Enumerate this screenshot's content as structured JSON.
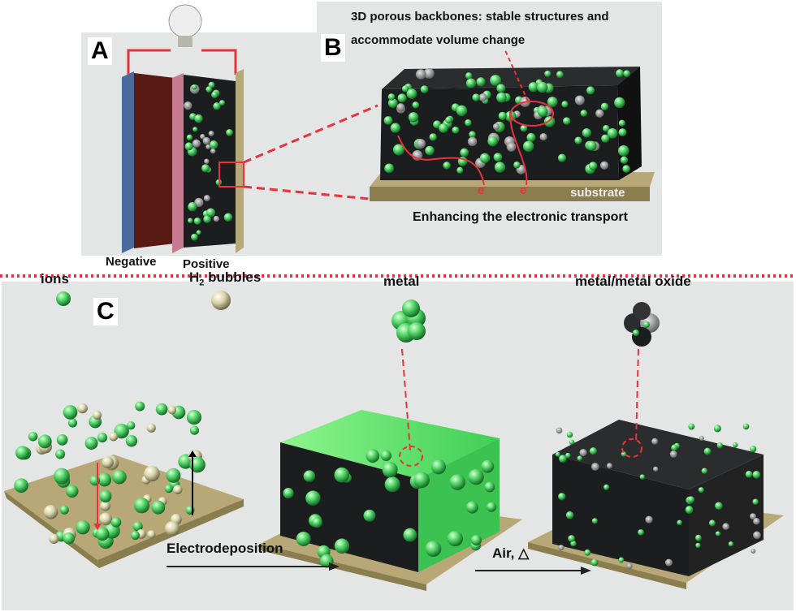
{
  "panel_a": {
    "label": "A",
    "negative": "Negative",
    "positive": "Positive",
    "bulb_icon": "light-bulb-icon"
  },
  "panel_b": {
    "label": "B",
    "caption_line1": "3D porous backbones: stable structures and",
    "caption_line2": "accommodate volume change",
    "substrate": "substrate",
    "electron": "e",
    "electron_sup": "-",
    "bottom_caption": "Enhancing the electronic transport"
  },
  "panel_c": {
    "label": "C",
    "ions": "ions",
    "h2_prefix": "H",
    "h2_sub": "2",
    "h2_suffix": " bubbles",
    "metal": "metal",
    "metal_oxide": "metal/metal oxide",
    "step1": "Electrodeposition",
    "step2": "Air, △"
  },
  "colors": {
    "green": "#4fd468",
    "dark": "#1b1d1f",
    "substrate": "#b8a878",
    "red": "#e8323c",
    "panel_bg": "#e4e6e6"
  }
}
